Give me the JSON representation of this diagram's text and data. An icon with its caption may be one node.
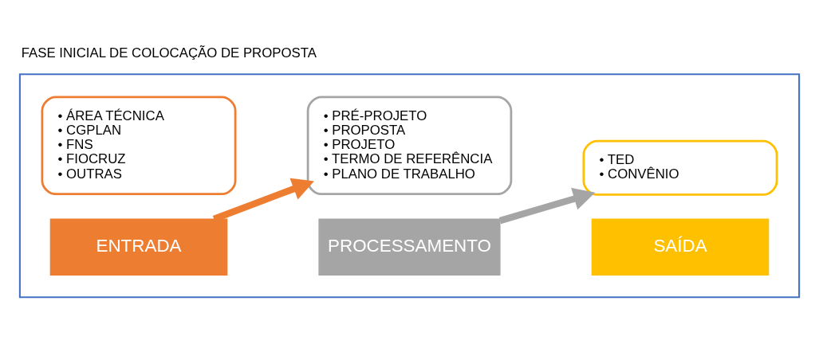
{
  "diagram": {
    "title": "FASE INICIAL DE COLOCAÇÃO DE PROPOSTA",
    "nodes": [
      {
        "text": [],
        "shape": "box"
      },
      {
        "text": [
          "• ÁREA TÉCNICA",
          "• CGPLAN",
          "• FNS",
          "• FIOCRUZ",
          "• OUTRAS"
        ],
        "in": 0
      },
      {
        "text": [
          "ENTRADA"
        ],
        "in": 0
      },
      {
        "text": [
          "• PRÉ-PROJETO",
          "• PROPOSTA",
          "• PROJETO",
          "• TERMO DE REFERÊNCIA",
          "• PLANO DE TRABALHO"
        ],
        "in": 0
      },
      {
        "text": [
          "PROCESSAMENTO"
        ],
        "in": 0
      },
      {
        "text": [
          "• TED",
          "• CONVÊNIO"
        ],
        "in": 0
      },
      {
        "text": [
          "SAÍDA"
        ],
        "in": 0
      }
    ],
    "edges": [
      {
        "from": 2,
        "to": 3,
        "arrow": "to",
        "color": "#ed7d31"
      },
      {
        "from": 4,
        "to": 5,
        "arrow": "to",
        "color": "#a5a5a5"
      }
    ]
  }
}
